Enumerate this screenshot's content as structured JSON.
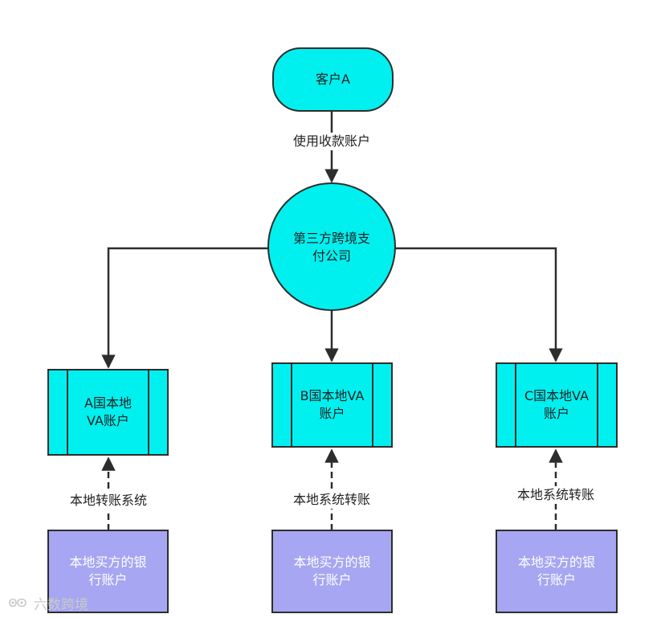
{
  "colors": {
    "cyan": "#00f0f0",
    "lavender": "#a6a6f2",
    "stroke": "#2d2d2d"
  },
  "nodes": {
    "customer": "客户A",
    "platform": "第三方跨境支\n付公司",
    "va_a": "A国本地\nVA账户",
    "va_b": "B国本地VA\n账户",
    "va_c": "C国本地VA\n账户",
    "bank_a": "本地买方的银\n行账户",
    "bank_b": "本地买方的银\n行账户",
    "bank_c": "本地买方的银\n行账户"
  },
  "edges": {
    "customer_to_platform": "使用收款账户",
    "bank_a_to_va_a": "本地转账系统",
    "bank_b_to_va_b": "本地系统转账",
    "bank_c_to_va_c": "本地系统转账"
  },
  "watermark": "六数跨境"
}
